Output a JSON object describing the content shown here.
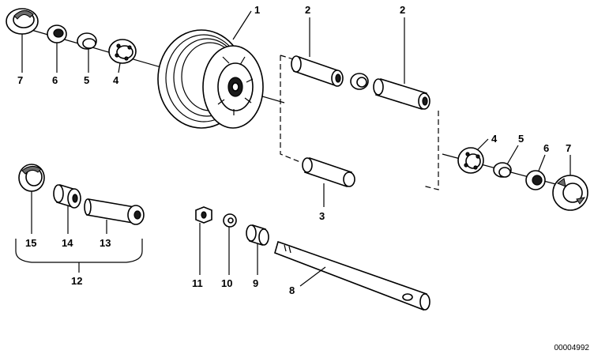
{
  "diagram": {
    "callouts": {
      "c1": "1",
      "c2a": "2",
      "c2b": "2",
      "c3": "3",
      "c4a": "4",
      "c4b": "4",
      "c5a": "5",
      "c5b": "5",
      "c6a": "6",
      "c6b": "6",
      "c7a": "7",
      "c7b": "7",
      "c8": "8",
      "c9": "9",
      "c10": "10",
      "c11": "11",
      "c12": "12",
      "c13": "13",
      "c14": "14",
      "c15": "15"
    },
    "document_number": "00004992"
  }
}
